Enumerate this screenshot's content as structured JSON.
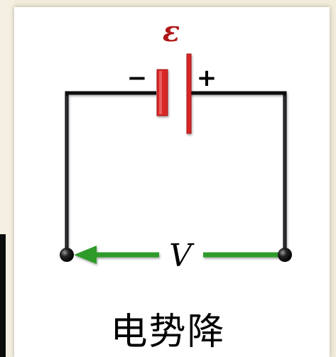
{
  "diagram": {
    "emf_symbol": "ε",
    "negative_sign": "−",
    "positive_sign": "+",
    "voltage_symbol": "V",
    "caption": "电势降"
  },
  "colors": {
    "wire": "#111111",
    "battery": "#d92828",
    "arrow": "#2f9a2b",
    "emf_symbol": "#b01818",
    "text": "#000000"
  }
}
